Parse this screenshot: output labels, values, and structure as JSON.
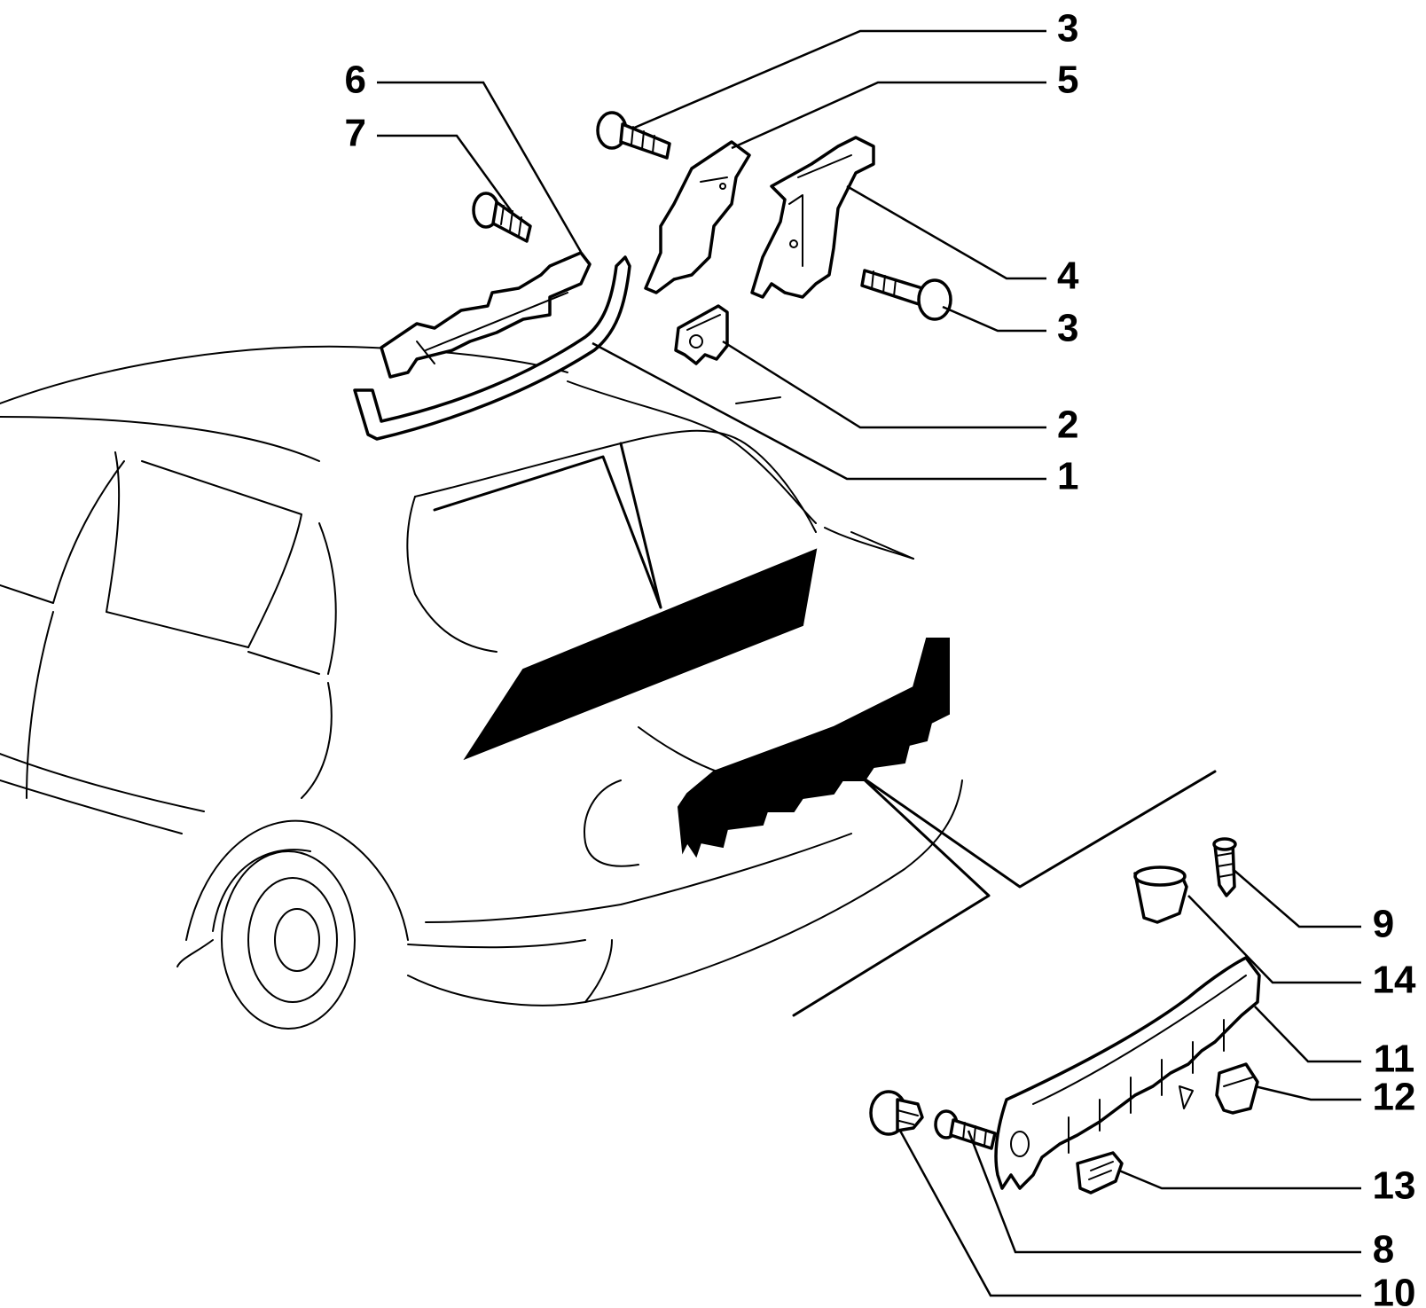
{
  "callouts": [
    {
      "id": "c3a",
      "label": "3"
    },
    {
      "id": "c5",
      "label": "5"
    },
    {
      "id": "c6",
      "label": "6"
    },
    {
      "id": "c7",
      "label": "7"
    },
    {
      "id": "c4",
      "label": "4"
    },
    {
      "id": "c3b",
      "label": "3"
    },
    {
      "id": "c2",
      "label": "2"
    },
    {
      "id": "c1",
      "label": "1"
    },
    {
      "id": "c9",
      "label": "9"
    },
    {
      "id": "c14",
      "label": "14"
    },
    {
      "id": "c11",
      "label": "11"
    },
    {
      "id": "c12",
      "label": "12"
    },
    {
      "id": "c13",
      "label": "13"
    },
    {
      "id": "c8",
      "label": "8"
    },
    {
      "id": "c10",
      "label": "10"
    }
  ]
}
